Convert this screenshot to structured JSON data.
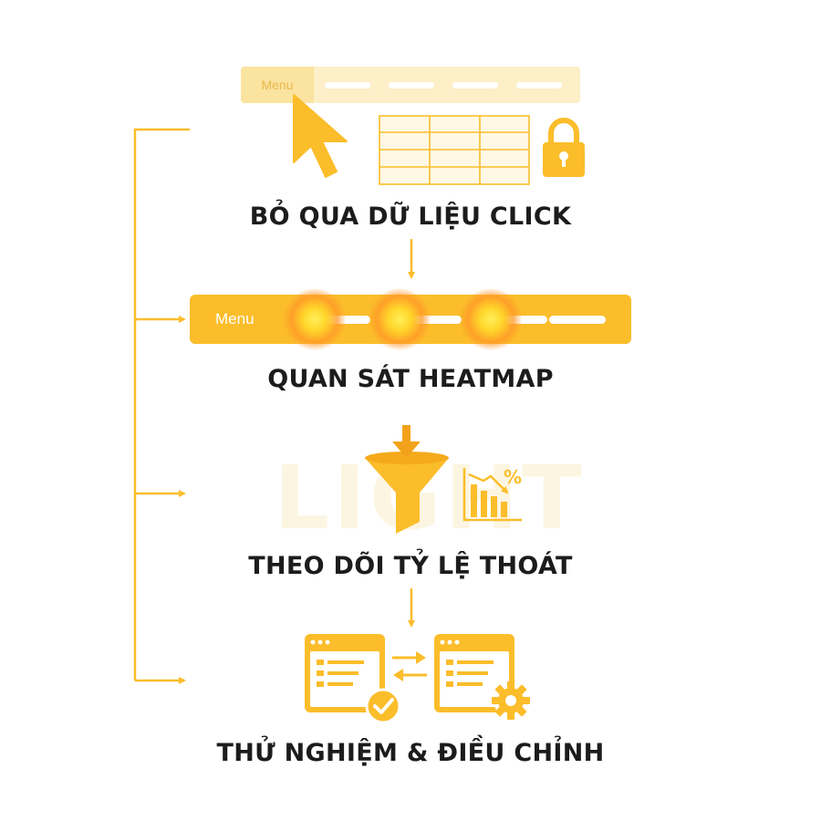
{
  "watermark": {
    "text": "LIGHT"
  },
  "steps": [
    {
      "label": "BỎ QUA DỮ LIỆU CLICK",
      "menu_label": "Menu"
    },
    {
      "label": "QUAN SÁT HEATMAP",
      "menu_label": "Menu"
    },
    {
      "label": "THEO DÕI TỶ LỆ THOÁT",
      "icon_symbol": "%"
    },
    {
      "label": "THỬ NGHIỆM & ĐIỀU CHỈNH"
    }
  ],
  "colors": {
    "accent": "#fbbd2a",
    "accent_light": "#fdefc8",
    "text": "#1c1c1c",
    "background": "#ffffff"
  },
  "icons": [
    "cursor-arrow-icon",
    "table-icon",
    "lock-icon",
    "heatmap-hotspot",
    "funnel-icon",
    "bar-chart-down-icon",
    "percent-icon",
    "browser-window-check-icon",
    "swap-arrows-icon",
    "browser-window-gear-icon"
  ]
}
